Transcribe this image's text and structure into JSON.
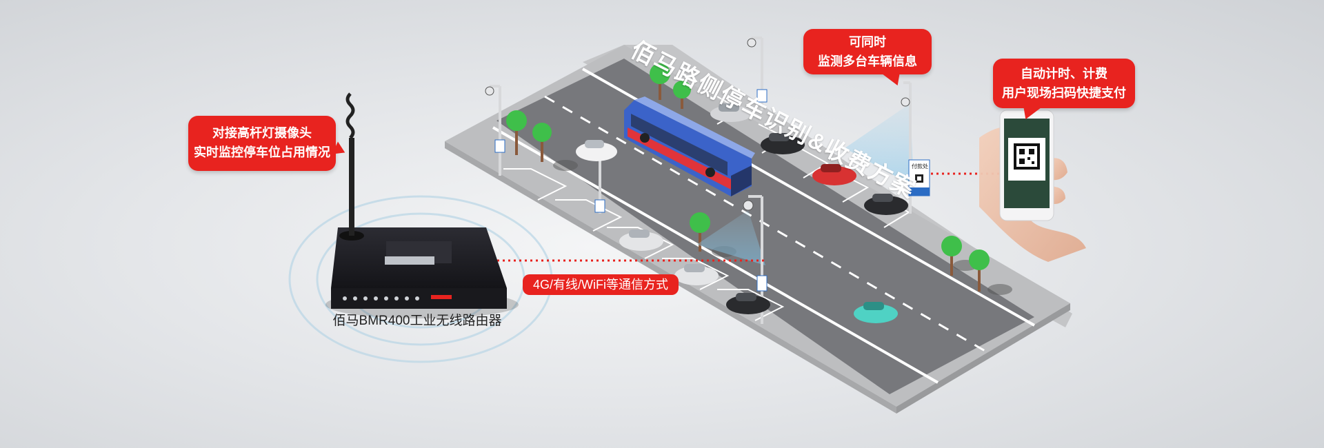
{
  "title": "佰马路侧停车识别&收费方案",
  "callouts": {
    "camera": {
      "line1": "对接高杆灯摄像头",
      "line2": "实时监控停车位占用情况"
    },
    "multi": {
      "line1": "可同时",
      "line2": "监测多台车辆信息"
    },
    "payment": {
      "line1": "自动计时、计费",
      "line2": "用户现场扫码快捷支付"
    }
  },
  "comm_label": "4G/有线/WiFi等通信方式",
  "router_caption": "佰马BMR400工业无线路由器",
  "sign_text": "付款处",
  "colors": {
    "callout_red": "#e8231f",
    "road": "#77787c",
    "sidewalk": "#bfc0c2",
    "bus_body": "#3b63c9",
    "bus_stripe": "#e0343a",
    "tree": "#3fbf4a",
    "router": "#1f1f24"
  },
  "icons": [
    "antenna-icon",
    "camera-icon",
    "qr-code-icon",
    "phone-icon",
    "hand-icon",
    "signal-waves-icon"
  ]
}
